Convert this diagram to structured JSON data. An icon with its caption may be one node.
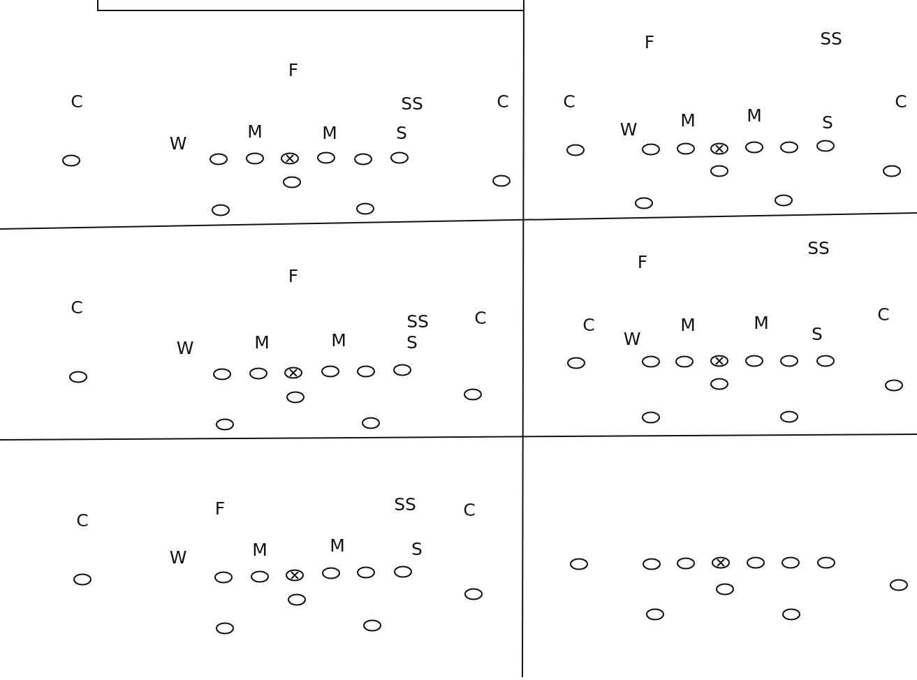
{
  "diagram": {
    "labels": [
      "F",
      "C",
      "SS",
      "C",
      "W",
      "M",
      "M",
      "S",
      "F",
      "SS",
      "C",
      "C",
      "W",
      "M",
      "M",
      "S",
      "F",
      "C",
      "SS",
      "C",
      "W",
      "M",
      "M",
      "S",
      "F",
      "SS",
      "C",
      "C",
      "W",
      "M",
      "M",
      "S",
      "C",
      "F",
      "SS",
      "C",
      "W",
      "M",
      "M",
      "S"
    ]
  }
}
